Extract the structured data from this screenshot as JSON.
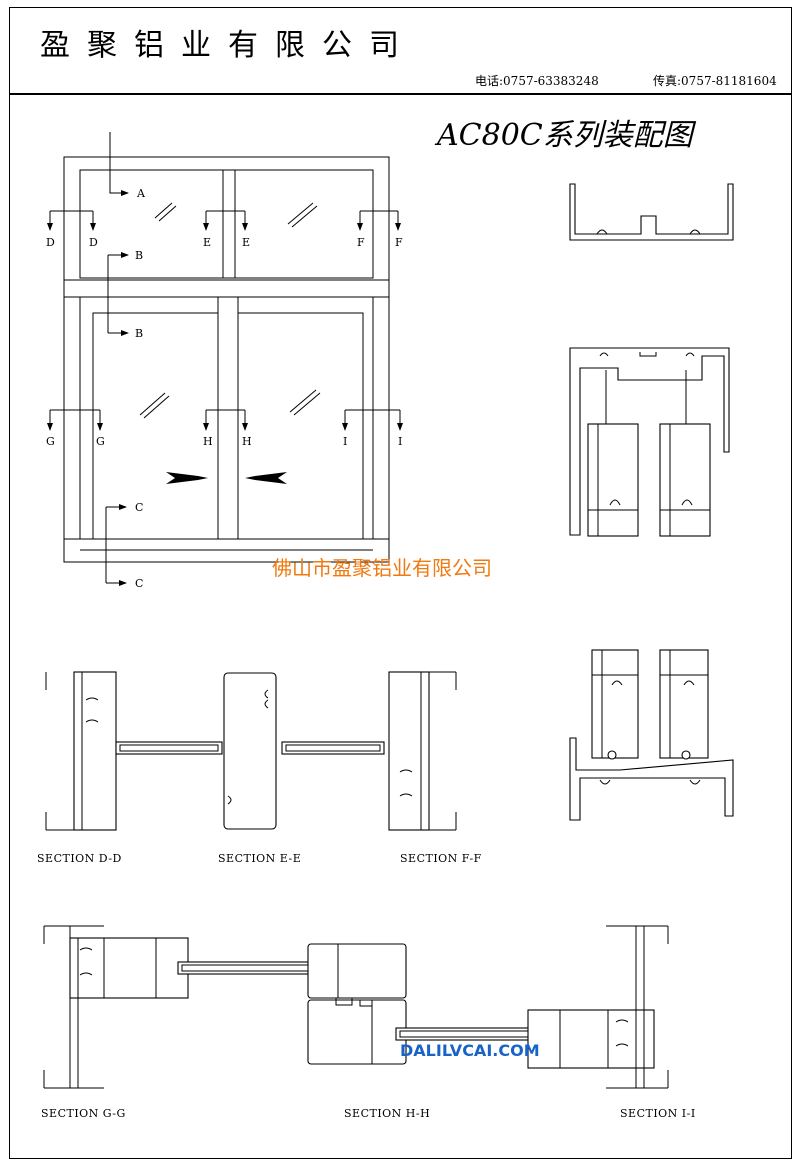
{
  "header": {
    "company": "盈聚铝业有限公司",
    "tel": "电话:0757-63383248",
    "fax": "传真:0757-81181604"
  },
  "title": "AC80C系列装配图",
  "watermarks": {
    "company_cn": "佛山市盈聚铝业有限公司",
    "website": "DALILVCAI.COM"
  },
  "callouts": {
    "a": "A",
    "b1": "B",
    "b2": "B",
    "c1": "C",
    "c2": "C",
    "d1": "D",
    "d2": "D",
    "e1": "E",
    "e2": "E",
    "f1": "F",
    "f2": "F",
    "g1": "G",
    "g2": "G",
    "h1": "H",
    "h2": "H",
    "i1": "I",
    "i2": "I"
  },
  "sections": {
    "dd": "SECTION D-D",
    "ee": "SECTION E-E",
    "ff": "SECTION F-F",
    "gg": "SECTION G-G",
    "hh": "SECTION H-H",
    "ii": "SECTION I-I"
  },
  "colors": {
    "line": "#000000",
    "watermark_orange": "#f07a10",
    "watermark_blue": "#1a63c6"
  }
}
